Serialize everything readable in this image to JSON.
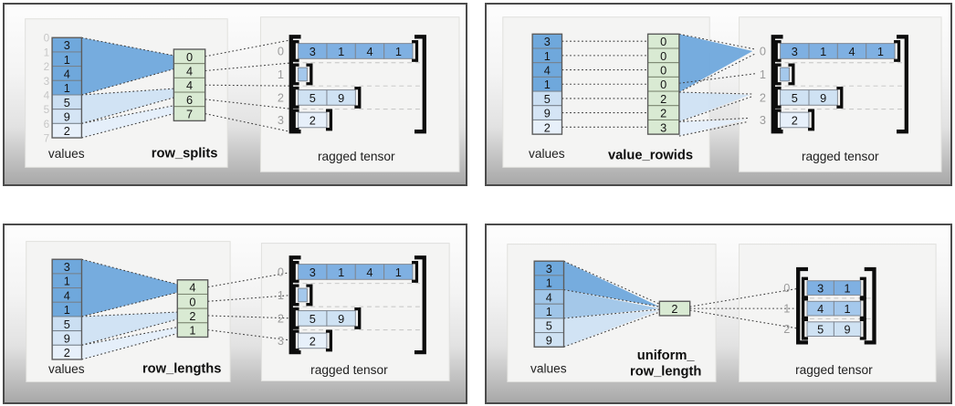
{
  "figure": {
    "palette": {
      "accent_blue": "#6fa8dc",
      "green_fill": "#d9ead3"
    },
    "quadrants": [
      {
        "name": "row_splits",
        "values_caption": "values",
        "method_caption_lines": [
          "row_splits"
        ],
        "tensor_caption": "ragged tensor",
        "values": [
          "3",
          "1",
          "4",
          "1",
          "5",
          "9",
          "2"
        ],
        "value_colors": [
          "#6fa8dc",
          "#6fa8dc",
          "#6fa8dc",
          "#6fa8dc",
          "#cbdff2",
          "#d5e5f5",
          "#e7f0fa"
        ],
        "index_labels": [
          "0",
          "1",
          "2",
          "3",
          "4",
          "5",
          "6",
          "7"
        ],
        "green_values": [
          "0",
          "4",
          "4",
          "6",
          "7"
        ],
        "wedge_colors": [
          "#6fa8dc",
          "#cfe2f3",
          "#e4eefa"
        ],
        "tensor_rows": [
          {
            "label": "0",
            "cells": [
              "3",
              "1",
              "4",
              "1"
            ],
            "color": "#7fb0e2"
          },
          {
            "label": "1",
            "cells": [],
            "color": "#a4c8ec"
          },
          {
            "label": "2",
            "cells": [
              "5",
              "9"
            ],
            "color": "#cfe2f3"
          },
          {
            "label": "3",
            "cells": [
              "2"
            ],
            "color": "#e7f0fa"
          }
        ]
      },
      {
        "name": "value_rowids",
        "values_caption": "values",
        "method_caption_lines": [
          "value_rowids"
        ],
        "tensor_caption": "ragged tensor",
        "values": [
          "3",
          "1",
          "4",
          "1",
          "5",
          "9",
          "2"
        ],
        "value_colors": [
          "#6fa8dc",
          "#6fa8dc",
          "#6fa8dc",
          "#6fa8dc",
          "#cbdff2",
          "#d5e5f5",
          "#e7f0fa"
        ],
        "index_labels": [],
        "green_values": [
          "0",
          "0",
          "0",
          "0",
          "2",
          "2",
          "3"
        ],
        "wedge_colors": [
          "#6fa8dc",
          "#cfe2f3",
          "#e4eefa"
        ],
        "tensor_rows": [
          {
            "label": "0",
            "cells": [
              "3",
              "1",
              "4",
              "1"
            ],
            "color": "#7fb0e2"
          },
          {
            "label": "1",
            "cells": [],
            "color": "#a4c8ec"
          },
          {
            "label": "2",
            "cells": [
              "5",
              "9"
            ],
            "color": "#cfe2f3"
          },
          {
            "label": "3",
            "cells": [
              "2"
            ],
            "color": "#e7f0fa"
          }
        ]
      },
      {
        "name": "row_lengths",
        "values_caption": "values",
        "method_caption_lines": [
          "row_lengths"
        ],
        "tensor_caption": "ragged tensor",
        "values": [
          "3",
          "1",
          "4",
          "1",
          "5",
          "9",
          "2"
        ],
        "value_colors": [
          "#6fa8dc",
          "#6fa8dc",
          "#6fa8dc",
          "#6fa8dc",
          "#cbdff2",
          "#d5e5f5",
          "#e7f0fa"
        ],
        "index_labels": [],
        "green_values": [
          "4",
          "0",
          "2",
          "1"
        ],
        "wedge_colors": [
          "#6fa8dc",
          "#cfe2f3",
          "#e4eefa"
        ],
        "tensor_rows": [
          {
            "label": "0",
            "cells": [
              "3",
              "1",
              "4",
              "1"
            ],
            "color": "#7fb0e2"
          },
          {
            "label": "1",
            "cells": [],
            "color": "#a4c8ec"
          },
          {
            "label": "2",
            "cells": [
              "5",
              "9"
            ],
            "color": "#cfe2f3"
          },
          {
            "label": "3",
            "cells": [
              "2"
            ],
            "color": "#e7f0fa"
          }
        ]
      },
      {
        "name": "uniform_row_length",
        "values_caption": "values",
        "method_caption_lines": [
          "uniform_",
          "row_length"
        ],
        "tensor_caption": "ragged tensor",
        "values": [
          "3",
          "1",
          "4",
          "1",
          "5",
          "9"
        ],
        "value_colors": [
          "#6fa8dc",
          "#6fa8dc",
          "#9fc5e8",
          "#9fc5e8",
          "#cfe2f3",
          "#cfe2f3"
        ],
        "index_labels": [],
        "green_values": [
          "2"
        ],
        "wedge_colors": [
          "#6fa8dc",
          "#9fc5e8",
          "#cfe2f3"
        ],
        "tensor_rows": [
          {
            "label": "0",
            "cells": [
              "3",
              "1"
            ],
            "color": "#7fb0e2"
          },
          {
            "label": "1",
            "cells": [
              "4",
              "1"
            ],
            "color": "#a4c8ec"
          },
          {
            "label": "2",
            "cells": [
              "5",
              "9"
            ],
            "color": "#cfe2f3"
          }
        ]
      }
    ]
  }
}
